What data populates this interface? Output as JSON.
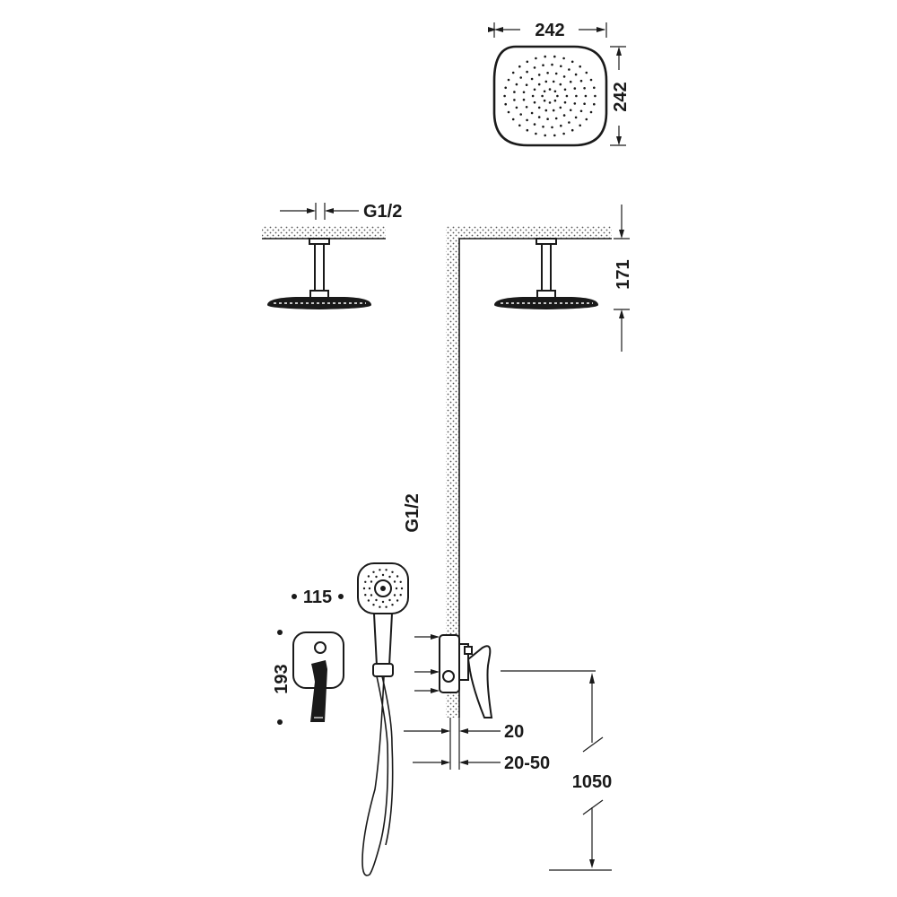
{
  "dimensions": {
    "rain_head_width": "242",
    "rain_head_depth": "242",
    "top_inlet_thread": "G1/2",
    "arm_drop": "171",
    "hand_shower_width": "115",
    "plate_height": "193",
    "wall_inlet_thread": "G1/2",
    "wall_cover": "20",
    "mixer_depth_range": "20-50",
    "mixer_height": "1050"
  }
}
